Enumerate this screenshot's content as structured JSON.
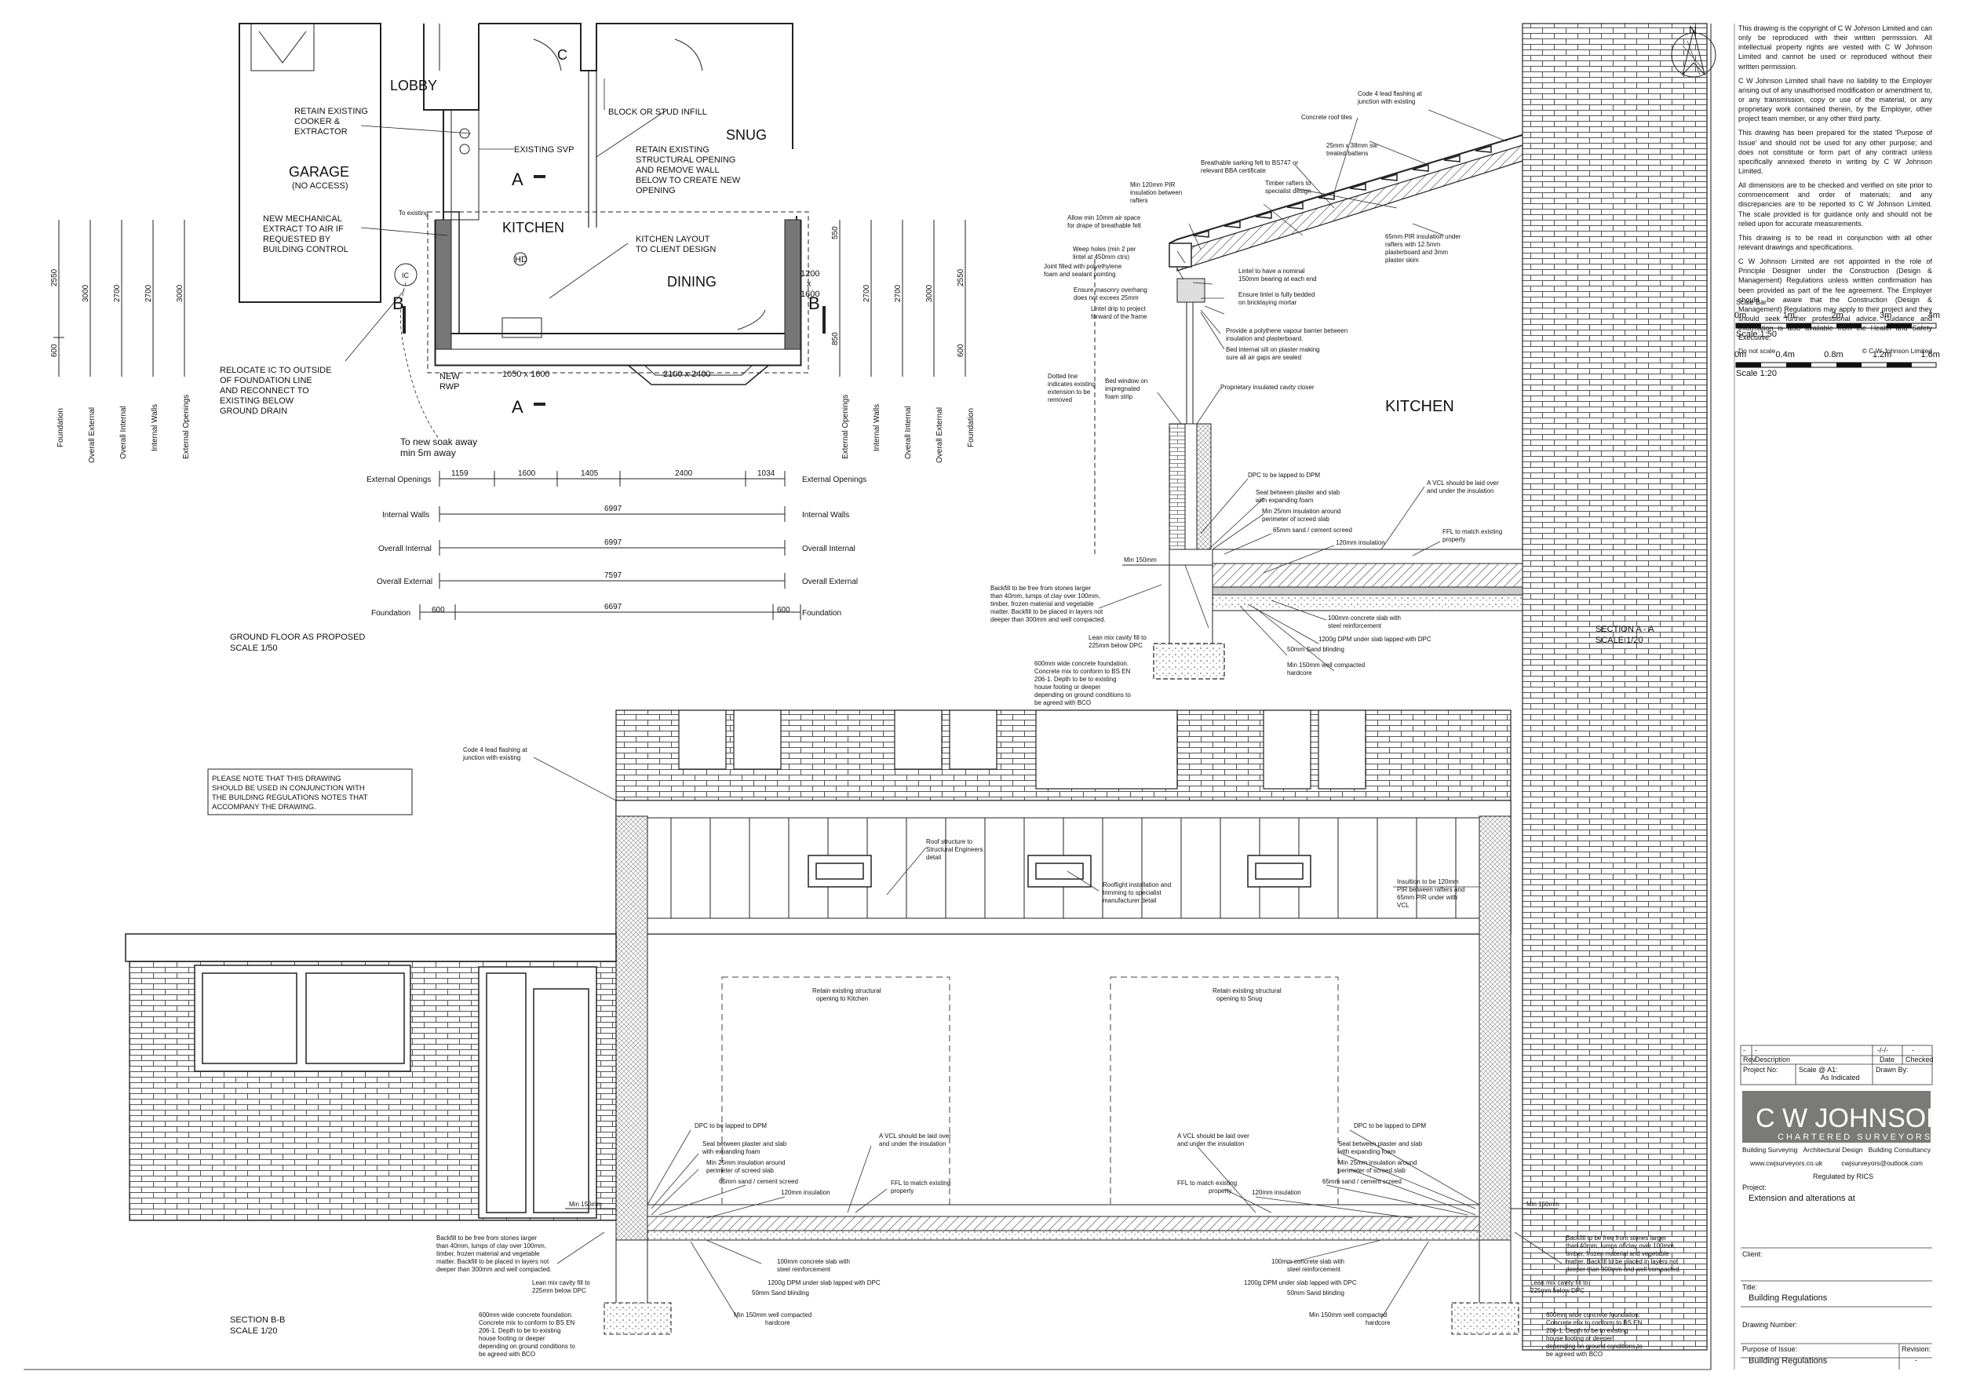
{
  "plan": {
    "rooms": {
      "lobby": "LOBBY",
      "snug": "SNUG",
      "garage": "GARAGE",
      "garage_sub": "(NO ACCESS)",
      "kitchen": "KITCHEN",
      "dining": "DINING",
      "c": "C",
      "hd": "HD"
    },
    "notes": {
      "retain_cooker": [
        "RETAIN EXISTING",
        "COOKER &",
        "EXTRACTOR"
      ],
      "block_stud": "BLOCK OR STUD INFILL",
      "existing_svp": "EXISTING SVP",
      "retain_opening": [
        "RETAIN EXISTING",
        "STRUCTURAL OPENING",
        "AND REMOVE WALL",
        "BELOW TO CREATE NEW",
        "OPENING"
      ],
      "new_extract": [
        "NEW MECHANICAL",
        "EXTRACT TO AIR IF",
        "REQUESTED BY",
        "BUILDING CONTROL"
      ],
      "to_existing": "To existing",
      "kitchen_layout": [
        "KITCHEN LAYOUT",
        "TO CLIENT DESIGN"
      ],
      "relocate_ic": [
        "RELOCATE IC TO OUTSIDE",
        "OF FOUNDATION LINE",
        "AND RECONNECT TO",
        "EXISTING BELOW",
        "GROUND DRAIN"
      ],
      "new_rwp": [
        "NEW",
        "RWP"
      ],
      "soakaway": [
        "To new soak away",
        "min 5m away"
      ],
      "win1": "1050 x 1600",
      "win2": "2100 x 2400",
      "win3": [
        "1200",
        "x",
        "1600"
      ],
      "ic": "IC",
      "sec_a": "A",
      "sec_b": "B"
    },
    "vdims_left": {
      "top": "2550",
      "bottom": "600",
      "v1": "3000",
      "v2": "2700",
      "v3": "2700",
      "v4": "3000",
      "labels": [
        "Foundation",
        "Overall External",
        "Overall Internal",
        "Internal Walls",
        "External Openings"
      ]
    },
    "vdims_right": {
      "v1": "550",
      "v2": "850",
      "v3": "2700",
      "v4": "2700",
      "v5": "3000",
      "top": "2550",
      "bottom": "600",
      "labels": [
        "External Openings",
        "Internal Walls",
        "Overall Internal",
        "Overall External",
        "Foundation"
      ]
    },
    "hdims": {
      "rows": [
        {
          "label": "External Openings",
          "values": [
            "1159",
            "1600",
            "1405",
            "2400",
            "1034"
          ]
        },
        {
          "label": "Internal Walls",
          "values": [
            "6997"
          ]
        },
        {
          "label": "Overall Internal",
          "values": [
            "6997"
          ]
        },
        {
          "label": "Overall External",
          "values": [
            "7597"
          ]
        },
        {
          "label": "Foundation",
          "values": [
            "600",
            "6697",
            "600"
          ]
        }
      ]
    },
    "title": "GROUND FLOOR AS PROPOSED",
    "scale": "SCALE 1/50"
  },
  "section_a": {
    "room": "KITCHEN",
    "title": "SECTION A - A",
    "scale": "SCALE 1/20",
    "notes": {
      "code4": [
        "Code 4 lead flashing at",
        "junction with existing"
      ],
      "roof_tiles": "Concrete roof tiles",
      "battens": [
        "25mm x 38mm sw",
        "treated battens"
      ],
      "sarking": [
        "Breathable sarking felt to BS747 or",
        "relevant BBA certificate"
      ],
      "timber_rafters": [
        "Timber rafters to",
        "specialist design"
      ],
      "pir120": [
        "Min 120mm PIR",
        "insulation between",
        "rafters"
      ],
      "air_space": [
        "Allow min 10mm air space",
        "for drape of breathable felt"
      ],
      "weep": [
        "Weep holes (min 2 per",
        "lintel at 450mm ctrs)"
      ],
      "joint": [
        "Joint filled with polyethylene",
        "foam and sealant pointing"
      ],
      "pir65": [
        "65mm PIR insulation under",
        "rafters with 12.5mm",
        "plasterboard and 3mm",
        "plaster skim"
      ],
      "lintel": [
        "Lintel to have a nominal",
        "150mm bearing at each end"
      ],
      "overhang": [
        "Ensure masonry overhang",
        "does not excees 25mm"
      ],
      "bedded": [
        "Ensure lintel is fully bedded",
        "on bricklaying mortar"
      ],
      "drip": [
        "Lintel drip to project",
        "forward of the frame"
      ],
      "vapour": [
        "Provide a polythene vapour barrier between",
        "insulation and plasterboard."
      ],
      "sill": [
        "Bed internal sill on plaster making",
        "sure all air gaps are sealed"
      ],
      "dotted": [
        "Dotted line",
        "indicates existing",
        "extension to be",
        "removed"
      ],
      "bed_window": [
        "Bed window on",
        "impregnated",
        "foam strip"
      ],
      "closer": "Proprietary insulated cavity closer",
      "dpc": "DPC to be lapped to DPM",
      "seal": [
        "Seal between plaster and slab",
        "with expanding foam"
      ],
      "ins25": [
        "Min 25mm insulation around",
        "perimeter of screed slab"
      ],
      "screed": "65mm sand / cement screed",
      "ins120": "120mm insulation",
      "vcl": [
        "A VCL should be laid over",
        "and under the insulation"
      ],
      "ffl": [
        "FFL to match existing",
        "property"
      ],
      "min150": "Min 150mm",
      "backfill": [
        "Backfill to be free from stones larger",
        "than 40mm, lumps of clay over 100mm,",
        "timber, frozen material and vegetable",
        "matter. Backfill to be placed in layers not",
        "deeper than 300mm and well compacted."
      ],
      "slab": [
        "100mm concrete slab with",
        "steel reinforcement"
      ],
      "dpm": "1200g DPM under slab lapped with DPC",
      "blinding": "50mm Sand blinding",
      "lean": [
        "Lean mix cavity fill to",
        "225mm below DPC"
      ],
      "hardcore": [
        "Min 150mm well compacted",
        "hardcore"
      ],
      "foundation": [
        "600mm wide concrete foundation.",
        "Concrete mix to conform to BS EN",
        "206-1. Depth to be to existing",
        "house footing or deeper",
        "depending on ground conditions to",
        "be agreed with BCO"
      ]
    }
  },
  "section_b": {
    "title": "SECTION B-B",
    "scale": "SCALE 1/20",
    "notice": [
      "PLEASE  NOTE  THAT  THIS  DRAWING",
      "SHOULD BE USED IN CONJUNCTION WITH",
      "THE BUILDING REGULATIONS NOTES THAT",
      "ACCOMPANY THE DRAWING."
    ],
    "notes": {
      "code4": [
        "Code 4 lead flashing at",
        "junction with existing"
      ],
      "roof_structure": [
        "Roof structure to",
        "Structural Engineers",
        "detail"
      ],
      "rooflight": [
        "Rooflight installation and",
        "trimming to specialist",
        "manufacturer detail"
      ],
      "insulation": [
        "Insultion to be 120mm",
        "PIR between rafters and",
        "65mm PIR under with",
        "VCL"
      ],
      "retain_kitchen": [
        "Retain existing structural",
        "opening to Kitchen"
      ],
      "retain_snug": [
        "Retain existing structural",
        "opening to Snug"
      ],
      "dpc": "DPC to be lapped to DPM",
      "seal": [
        "Seal between plaster and slab",
        "with expanding foam"
      ],
      "ins25": [
        "Min 25mm insulation around",
        "perimeter of screed slab"
      ],
      "screed": "65mm sand / cement screed",
      "ins120": "120mm insulation",
      "vcl": [
        "A VCL should be laid over",
        "and under the insulation"
      ],
      "ffl": [
        "FFL to match existing",
        "property"
      ],
      "min150": "Min 150mm",
      "backfill": [
        "Backfill to be free from stones larger",
        "than 40mm, lumps of clay over 100mm,",
        "timber, frozen material and vegetable",
        "matter. Backfill to be placed in layers not",
        "deeper than 300mm and well compacted."
      ],
      "slab": [
        "100mm concrete slab with",
        "steel reinforcement"
      ],
      "dpm": "1200g DPM under slab lapped with DPC",
      "blinding": "50mm Sand blinding",
      "lean": [
        "Lean mix cavity fill to",
        "225mm below DPC"
      ],
      "hardcore": [
        "Min 150mm well compacted",
        "hardcore"
      ],
      "foundation": [
        "600mm wide concrete foundation.",
        "Concrete mix to conform to BS EN",
        "206-1. Depth to be to existing",
        "house footing or deeper",
        "depending on ground conditions to",
        "be agreed with BCO"
      ]
    }
  },
  "notes_panel": {
    "paragraphs": [
      "This drawing is the copyright of C W Johnson Limited and can only be reproduced with their written permission. All intellectual property rights are vested with C W Johnson Limited and cannot be used or reproduced without their written permission.",
      "C W Johnson Limited shall have no liability to the Employer arising out of any unauthorised modification or amendment to, or any transmission, copy or use of the material, or any proprietary work contained therein, by the Employer, other project team member, or any other third party.",
      "This drawing has been prepared for the stated 'Purpose of Issue' and should not be used for any other purpose; and does not constitute or form part of any contract unless specifically annexed thereto in writing by C W Johnson Limited.",
      "All dimensions are to be checked and verified on site prior to commencement and order of materials; and any discrepancies are to be reported to C W Johnson Limited. The scale provided is for guidance only and should not be relied upon for accurate measurements.",
      "This drawing is to be read in conjunction with all other relevant drawings and specifications.",
      "C W Johnson Limited are not appointed in the role of Principle Designer under the Construction (Design & Management) Regulations unless written confirmation has been provided as part of the fee agreement. The Employer should be aware that the Construction (Design & Management) Regulations may apply to their project and they should seek further professional advice. Guidance and information is also available from the Health and Safety Executive."
    ],
    "do_not_scale": "Do not scale",
    "copyright": "© C W Johnson Limited",
    "scale_bar_title": "Scale Bar",
    "bar1": {
      "ticks": [
        "0m",
        "1m",
        "2m",
        "3m",
        "4m"
      ],
      "scale": "Scale 1:50"
    },
    "bar2": {
      "ticks": [
        "0m",
        "0.4m",
        "0.8m",
        "1.2m",
        "1.6m"
      ],
      "scale": "Scale 1:20"
    }
  },
  "title_block": {
    "rev": "-",
    "desc": "-",
    "date": "-/-/-",
    "checked": "-",
    "rev_label": "Rev",
    "desc_label": "Description",
    "date_label": "Date",
    "checked_label": "Checked",
    "project_no": "Project No:",
    "scale_label": "Scale @ A1:",
    "scale_value": "As Indicated",
    "drawn_by": "Drawn By:",
    "logo_main": "C W JOHNSON",
    "logo_sub": "CHARTERED SURVEYORS",
    "services": [
      "Building Surveying",
      "Architectural Design",
      "Building Consultancy"
    ],
    "web": "www.cwjsurveyors.co.uk",
    "email": "cwjsurveyors@outlook.com",
    "regulated": "Regulated by RICS",
    "project_label": "Project:",
    "project": "Extension and alterations at",
    "client_label": "Client:",
    "title_label": "Title:",
    "title": "Building Regulations",
    "drawing_number": "Drawing Number:",
    "purpose_label": "Purpose of Issue:",
    "purpose": "Building Regulations",
    "revision_label": "Revision:",
    "revision": "-"
  },
  "north": "N"
}
